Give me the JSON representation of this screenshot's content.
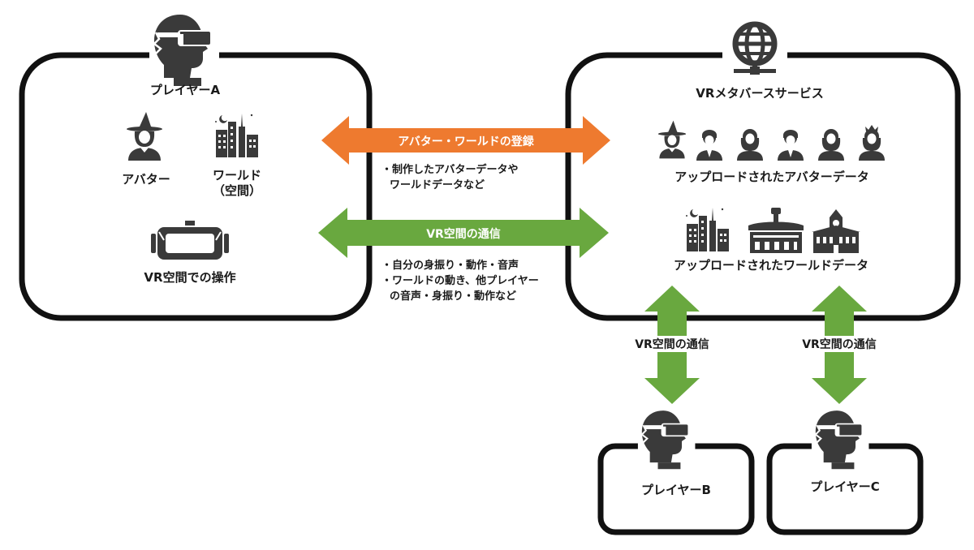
{
  "player_a": {
    "name": "プレイヤーA",
    "avatar_label": "アバター",
    "world_label_1": "ワールド",
    "world_label_2": "（空間）",
    "vr_badge": "VR",
    "operation_label": "VR空間での操作"
  },
  "arrows": {
    "register_label": "アバター・ワールドの登録",
    "register_notes": [
      "・制作したアバターデータや",
      "ワールドデータなど"
    ],
    "comm_label": "VR空間の通信",
    "comm_notes": [
      "・自分の身振り・動作・音声",
      "・ワールドの動き、他プレイヤー",
      "の音声・身振り・動作など"
    ]
  },
  "service": {
    "name": "VRメタバースサービス",
    "uploaded_avatars_label": "アップロードされたアバターデータ",
    "uploaded_worlds_label": "アップロードされたワールドデータ"
  },
  "vertical_links": {
    "left_label": "VR空間の通信",
    "right_label": "VR空間の通信"
  },
  "player_b": {
    "name": "プレイヤーB"
  },
  "player_c": {
    "name": "プレイヤーC"
  },
  "colors": {
    "register_arrow": "#ee7a2f",
    "comm_arrow": "#69a83f",
    "icon": "#3a3a3a",
    "outline": "#111111"
  }
}
